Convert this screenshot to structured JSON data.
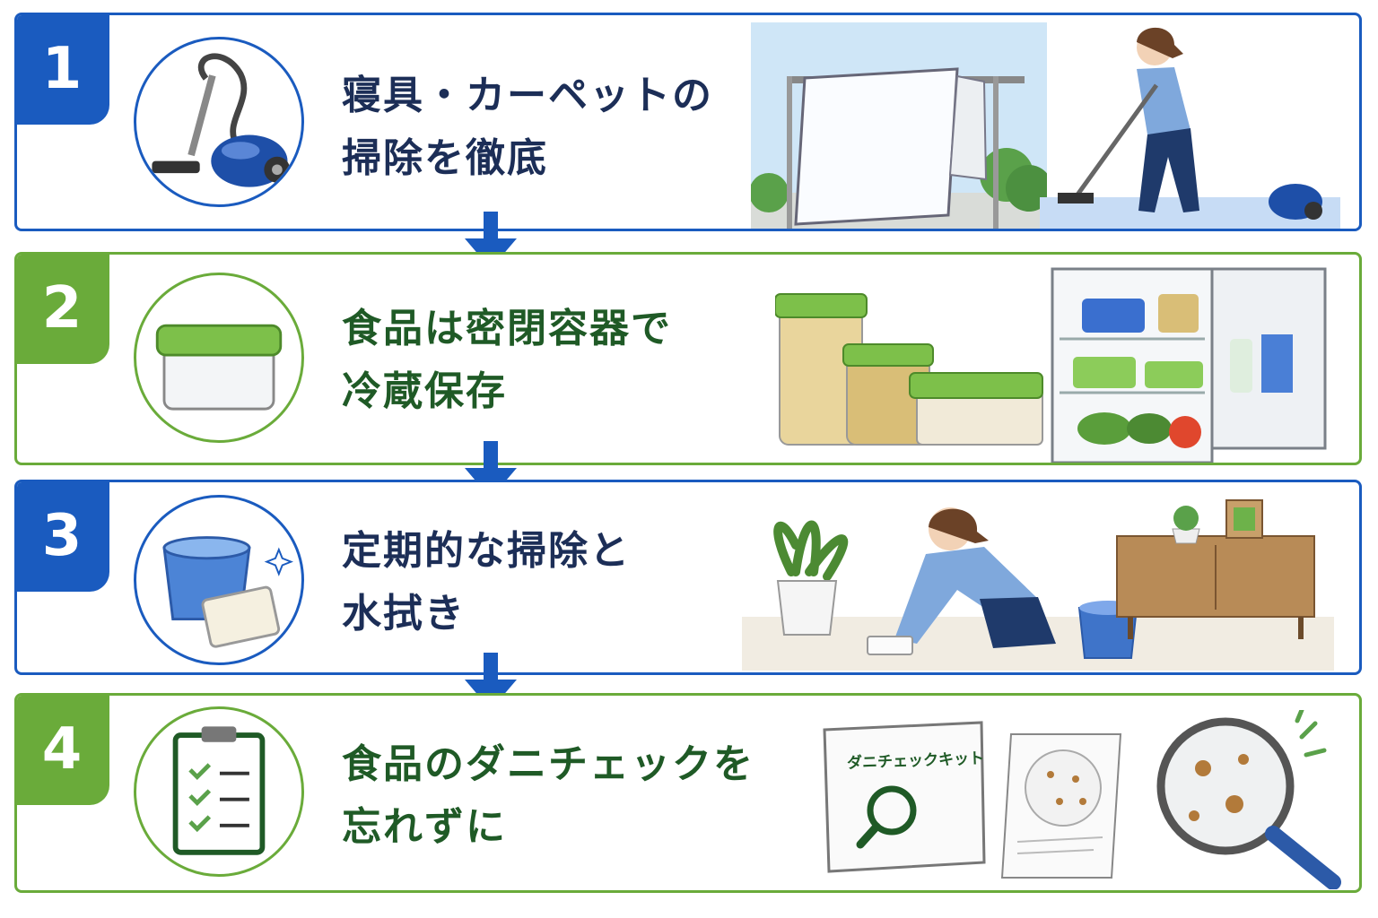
{
  "colors": {
    "blue": "#1a5bbf",
    "green": "#6aab3a",
    "navy_text": "#1c2e57",
    "green_text": "#1f5a26"
  },
  "steps": [
    {
      "number": "1",
      "line1": "寝具・カーペットの",
      "line2": "掃除を徹底",
      "icon": "vacuum-cleaner-icon",
      "theme": "blue"
    },
    {
      "number": "2",
      "line1": "食品は密閉容器で",
      "line2": "冷蔵保存",
      "icon": "sealed-container-icon",
      "theme": "green"
    },
    {
      "number": "3",
      "line1": "定期的な掃除と",
      "line2": "水拭き",
      "icon": "bucket-and-cloth-icon",
      "theme": "blue"
    },
    {
      "number": "4",
      "line1": "食品のダニチェックを",
      "line2": "忘れずに",
      "icon": "checklist-clipboard-icon",
      "theme": "green"
    }
  ],
  "kit_label": "ダニチェックキット"
}
